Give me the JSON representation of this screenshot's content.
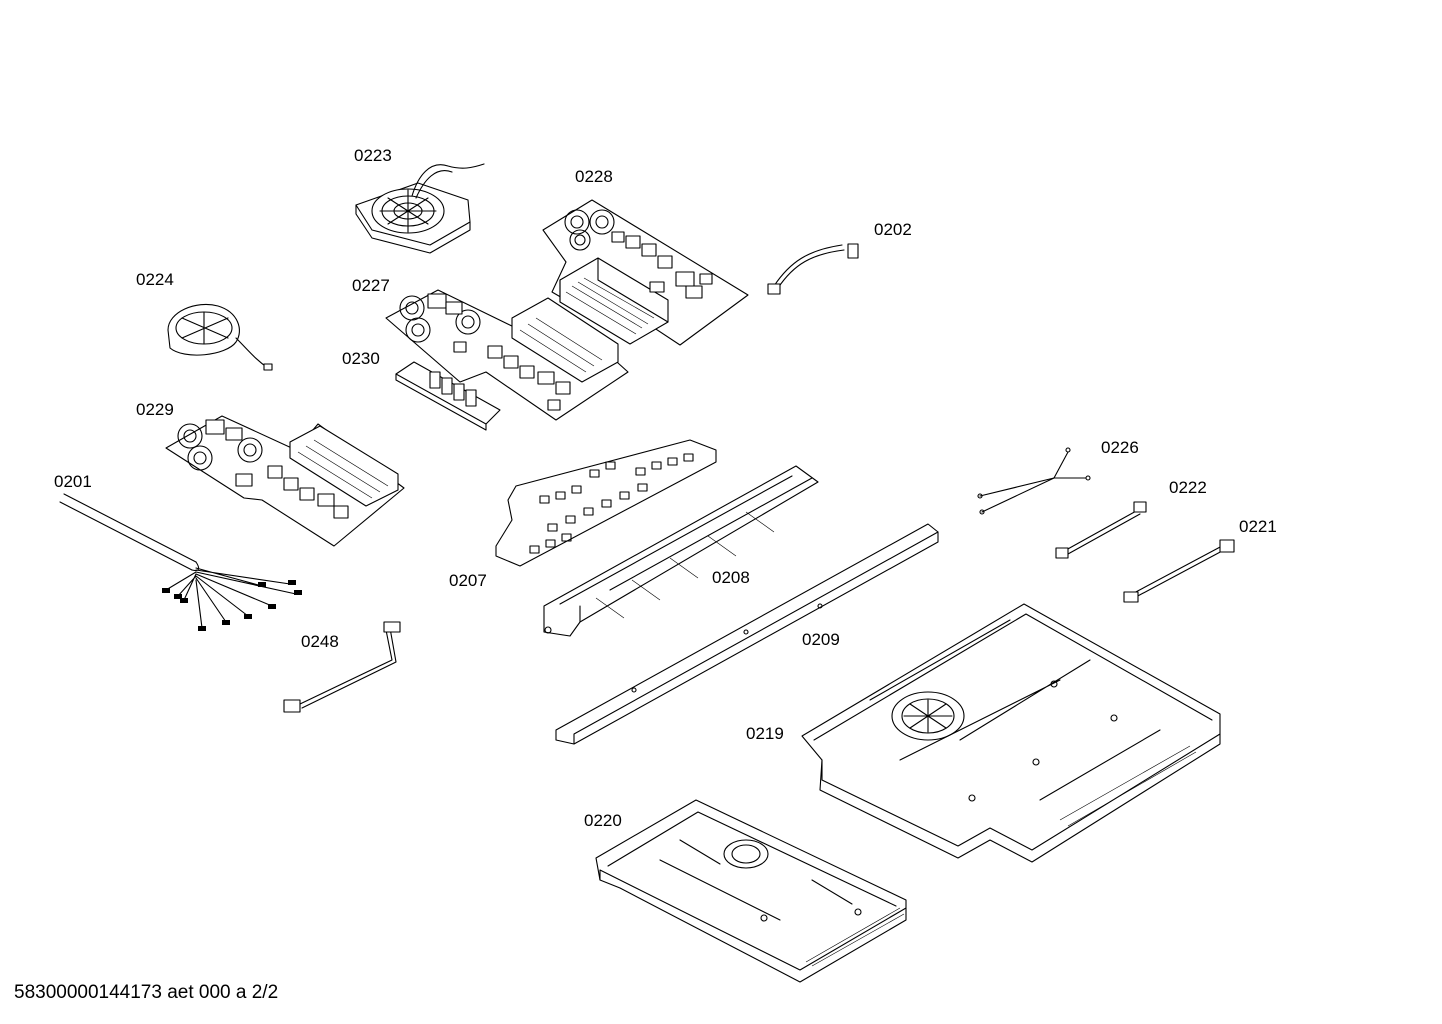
{
  "parts": [
    {
      "id": "p0223",
      "label": "0223"
    },
    {
      "id": "p0228",
      "label": "0228"
    },
    {
      "id": "p0202",
      "label": "0202"
    },
    {
      "id": "p0224",
      "label": "0224"
    },
    {
      "id": "p0227",
      "label": "0227"
    },
    {
      "id": "p0230",
      "label": "0230"
    },
    {
      "id": "p0229",
      "label": "0229"
    },
    {
      "id": "p0201",
      "label": "0201"
    },
    {
      "id": "p0226",
      "label": "0226"
    },
    {
      "id": "p0222",
      "label": "0222"
    },
    {
      "id": "p0221",
      "label": "0221"
    },
    {
      "id": "p0207",
      "label": "0207"
    },
    {
      "id": "p0208",
      "label": "0208"
    },
    {
      "id": "p0209",
      "label": "0209"
    },
    {
      "id": "p0248",
      "label": "0248"
    },
    {
      "id": "p0219",
      "label": "0219"
    },
    {
      "id": "p0220",
      "label": "0220"
    }
  ],
  "footer": "58300000144173 aet 000 a 2/2"
}
